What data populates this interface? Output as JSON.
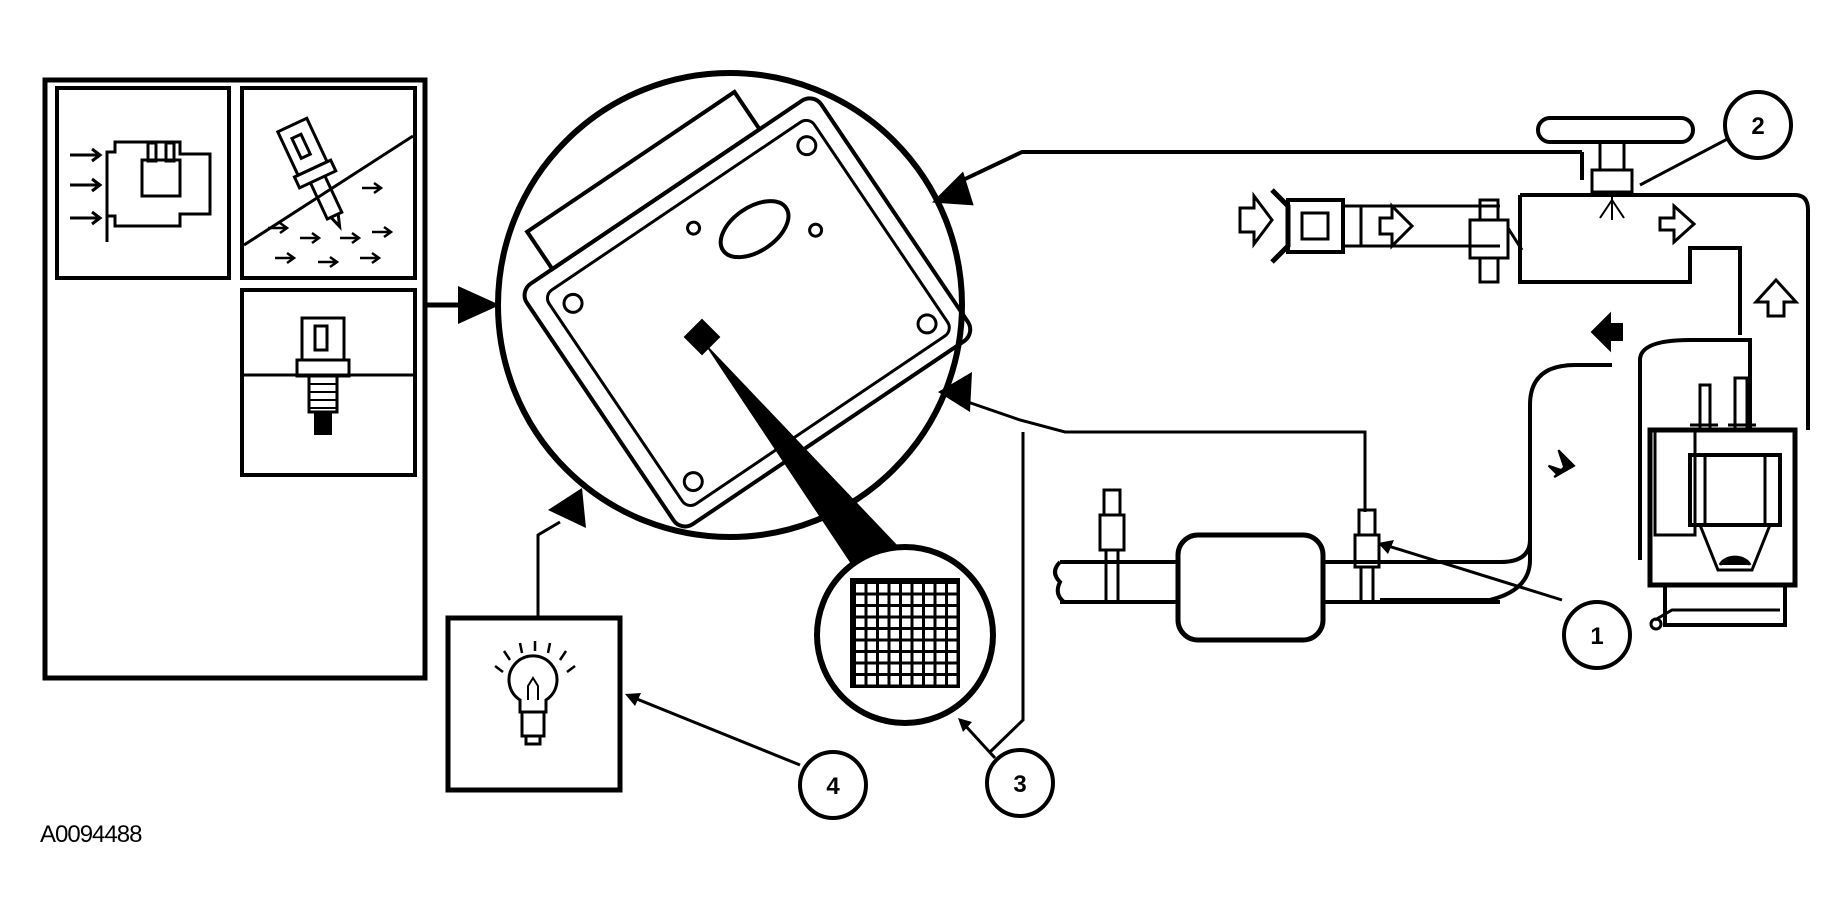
{
  "diagram": {
    "figure_id": "A0094488",
    "callouts": [
      {
        "id": "1",
        "label": "1"
      },
      {
        "id": "2",
        "label": "2"
      },
      {
        "id": "3",
        "label": "3"
      },
      {
        "id": "4",
        "label": "4"
      }
    ]
  },
  "colors": {
    "ink": "#000000",
    "paper": "#ffffff"
  }
}
